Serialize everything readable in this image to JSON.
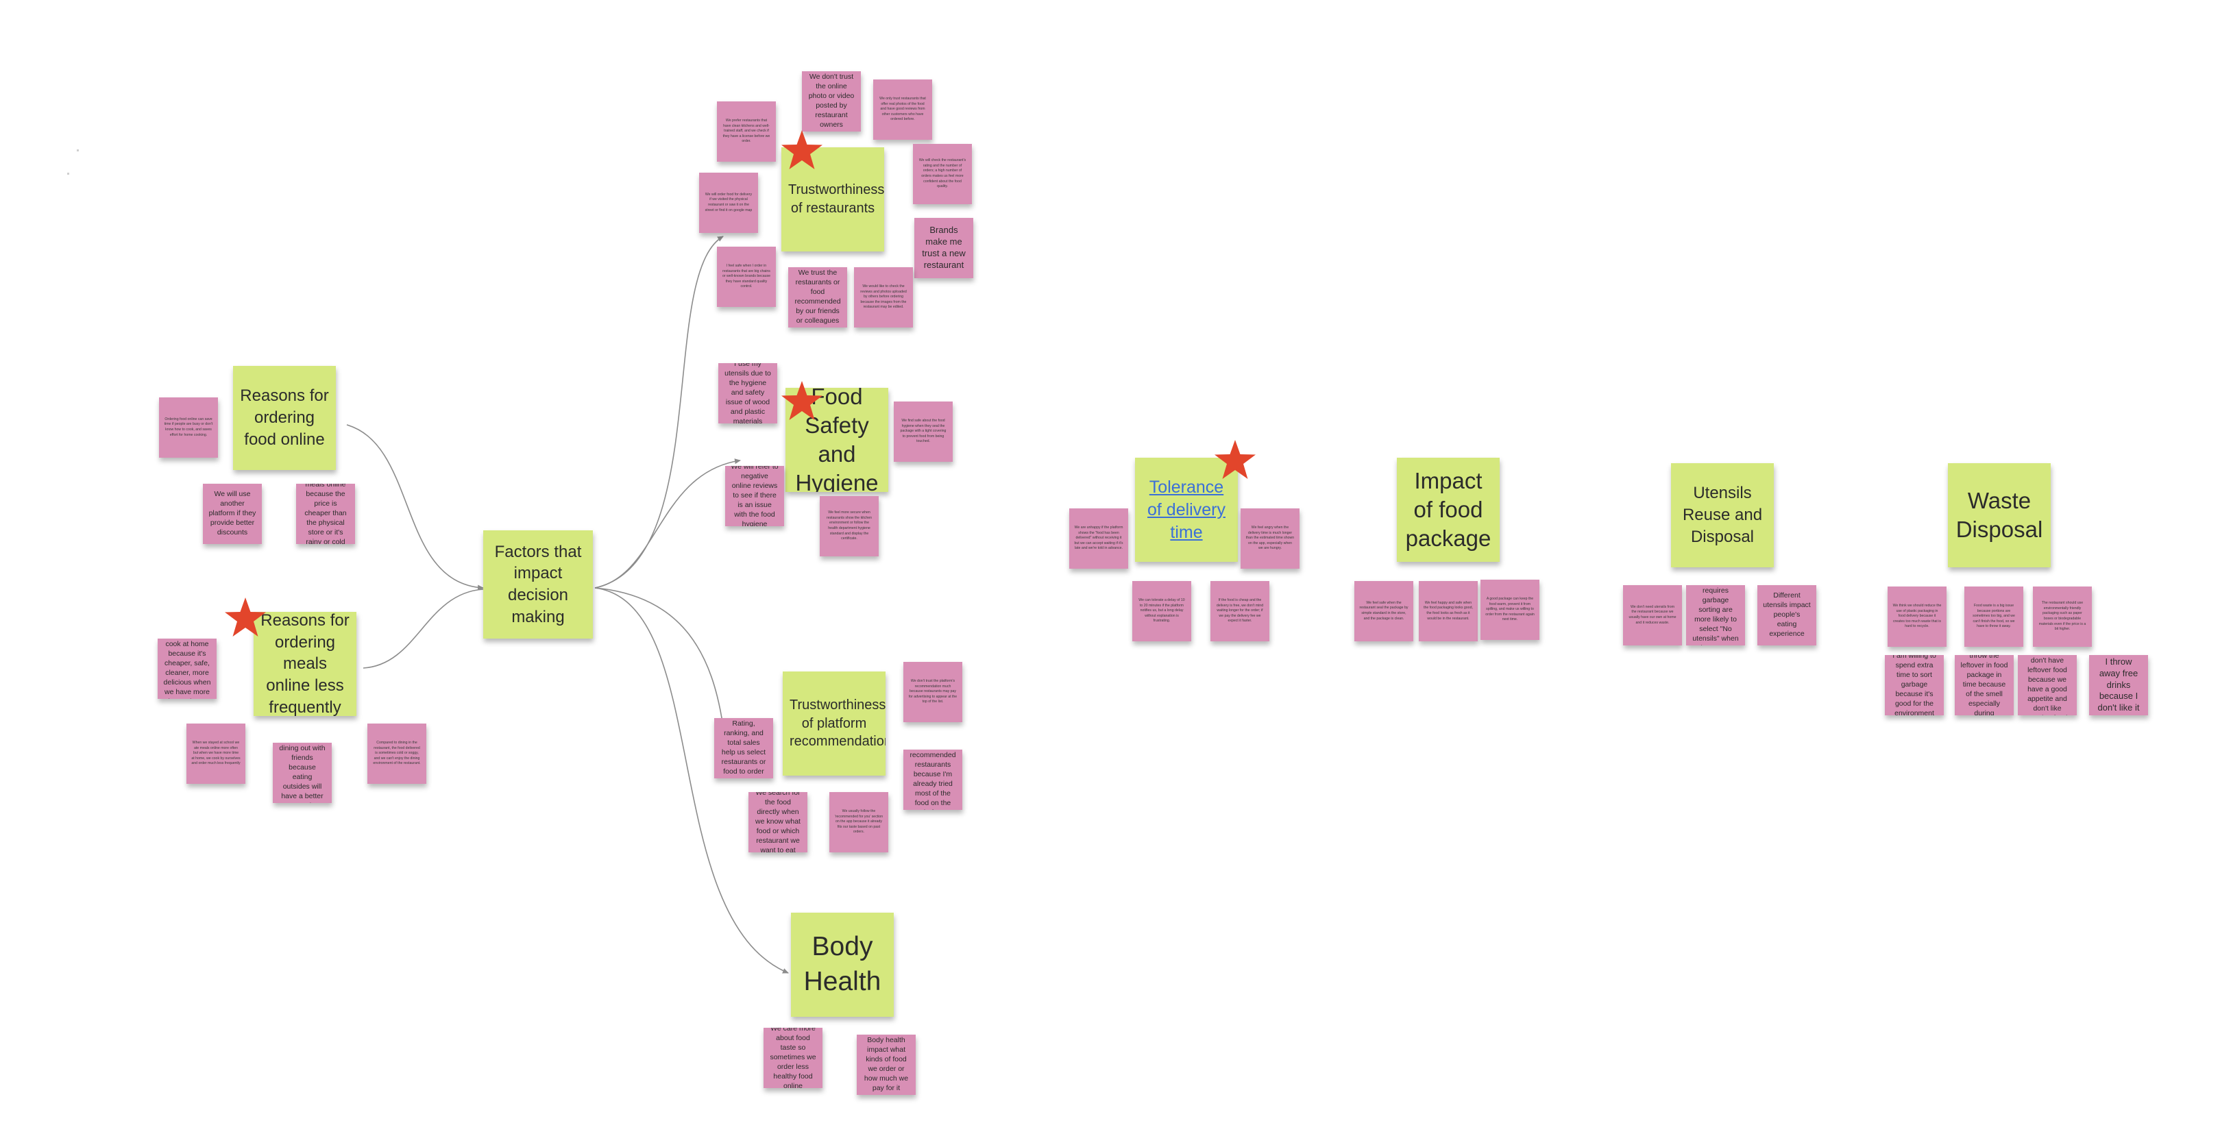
{
  "colors": {
    "background": "#ffffff",
    "header_sticky": "#d5e87e",
    "quote_sticky": "#d88fb5",
    "star": "#e2452b",
    "connector": "#8c8c8c",
    "link_text": "#3a6fd8"
  },
  "icons": {
    "priority_marker": "star-icon"
  },
  "groups": {
    "factors_hub": "Factors that impact decision making",
    "reasons_online": {
      "title": "Reasons for ordering food online",
      "notes": [
        "Ordering food online can save time if people are busy or don't know how to cook, and saves effort for home cooking.",
        "We will use another platform if they provide better discounts",
        "We order meals online because the price is cheaper than the physical store or it's rainy or cold outside"
      ]
    },
    "reasons_less": {
      "title": "Reasons for ordering meals online less frequently",
      "notes": [
        "We prefer to cook at home because it's cheaper, safe, cleaner, more delicious when we have more time at home",
        "When we stayed at school we ate meals online more often but when we have more time at home, we cook by ourselves and order much less frequently",
        "I prefer to dining out with friends because eating outsides will have a better mood",
        "Compared to dining in the restaurant, the food delivered is sometimes cold or soggy, and we can't enjoy the dining environment of the restaurant."
      ]
    },
    "trust_restaurants": {
      "title": "Trustworthiness of restaurants",
      "notes": [
        "We don't trust the online photo or video posted by restaurant owners",
        "We only trust restaurants that offer real photos of the food and have good reviews from other customers who have ordered before.",
        "We will order food for delivery if we visited the physical restaurant or saw it on the street or find it on google map",
        "Brands make me trust a new restaurant",
        "We trust the restaurants or food recommended by our friends or colleagues",
        "We would like to check the reviews and photos uploaded by others before ordering because the images from the restaurant may be edited.",
        "I feel safe when I order in restaurants that are big chains or well-known brands because they have standard quality control.",
        "We prefer restaurants that have clean kitchens and well-trained staff, and we check if they have a license before we order.",
        "We will check the restaurant's rating and the number of orders; a high number of orders makes us feel more confident about the food quality."
      ]
    },
    "food_safety": {
      "title": "Food Safety and Hygiene",
      "notes": [
        "I use my utensils due to the hygiene and safety issue of wood and plastic materials",
        "We will refer to negative online reviews to see if there is an issue with the food hygiene",
        "We find safe about the food hygiene when they seal the package with a tight covering to prevent food from being touched.",
        "We feel more secure when restaurants show the kitchen environment or follow the health department hygiene standard and display the certificate."
      ]
    },
    "trust_platform": {
      "title": "Trustworthiness of platform recommendation",
      "notes": [
        "Rating, ranking, and total sales help us select restaurants or food to order",
        "We search for the food directly when we know what food or which restaurant we want to eat",
        "We usually follow the 'recommended for you' section on the app because it already fits our taste based on past orders.",
        "I will try new recommended restaurants because I'm already tried most of the food on the platform",
        "We don't trust the platform's recommendation much because restaurants may pay for advertising to appear at the top of the list."
      ]
    },
    "body_health": {
      "title": "Body Health",
      "notes": [
        "We care more about food taste so sometimes we order less healthy food online",
        "Body health impact what kinds of food we order or how much we pay for it"
      ]
    },
    "tolerance": {
      "title": "Tolerance of delivery time",
      "notes": [
        "We are unhappy if the platform shows the \"food has been delivered\" without receiving it but we can accept waiting if it's late and we're told in advance.",
        "We can tolerate a delay of 10 to 20 minutes if the platform notifies us, but a long delay without explanation is frustrating.",
        "We feel angry when the delivery time is much longer than the estimated time shown on the app, especially when we are hungry.",
        "If the food is cheap and the delivery is free, we don't mind waiting longer for the order; if we pay the delivery fee we expect it faster."
      ]
    },
    "impact_package": {
      "title": "Impact of food package",
      "notes": [
        "We feel safe when the restaurant seal the package by simple standard in the store, and the package is clean.",
        "We feel happy and safe when the food packaging looks good, the food looks as fresh as it would be in the restaurant.",
        "A good package can keep the food warm, prevent it from spilling, and make us willing to order from the restaurant again next time."
      ]
    },
    "utensils": {
      "title": "Utensils Reuse and Disposal",
      "notes": [
        "We don't need utensils from the restaurant because we usually have our own at home and it reduces waste.",
        "People live in the city requires garbage sorting are more likely to select \"No utensils\" when they eat at home",
        "Different utensils impact people's eating experience"
      ]
    },
    "waste": {
      "title": "Waste Disposal",
      "notes": [
        "We think we should reduce the use of plastic packaging in food delivery because it creates too much waste that is hard to recycle.",
        "Food waste is a big issue because portions are sometimes too big, and we can't finish the food, so we have to throw it away.",
        "The restaurant should use environmentally friendly packaging such as paper boxes or biodegradable materials even if the price is a bit higher.",
        "I am willing to spend extra time to sort garbage because it's good for the environment",
        "We have to throw the leftover in food package in time because of the smell especially during summertime",
        "We usually don't have leftover food because we have a good appetite and don't like wasting food",
        "I throw away free drinks because I don't like it"
      ]
    }
  }
}
